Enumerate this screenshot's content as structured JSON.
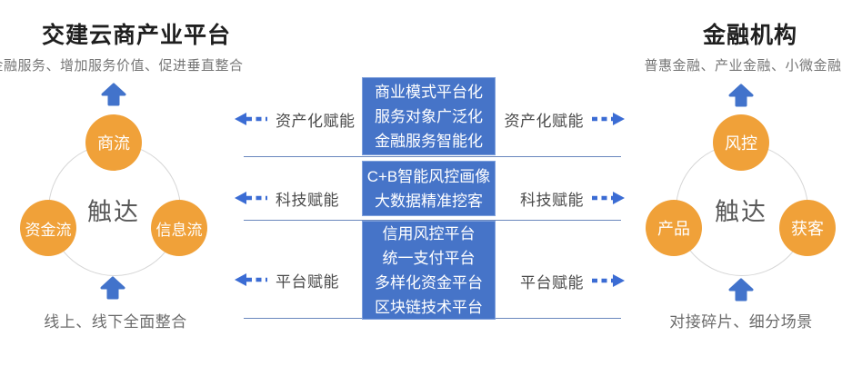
{
  "left_panel": {
    "title": "交建云商产业平台",
    "subtitle": "金融服务、增加服务价值、促进垂直整合",
    "hub": "触达",
    "node_top": "商流",
    "node_left": "资金流",
    "node_right": "信息流",
    "footer": "线上、线下全面整合"
  },
  "right_panel": {
    "title": "金融机构",
    "subtitle": "普惠金融、产业金融、小微金融",
    "hub": "触达",
    "node_top": "风控",
    "node_left": "产品",
    "node_right": "获客",
    "footer": "对接碎片、细分场景"
  },
  "center": {
    "rows": [
      {
        "left_label": "资产化赋能",
        "right_label": "资产化赋能",
        "lines": [
          "商业模式平台化",
          "服务对象广泛化",
          "金融服务智能化"
        ]
      },
      {
        "left_label": "科技赋能",
        "right_label": "科技赋能",
        "lines": [
          "C+B智能风控画像",
          "大数据精准挖客"
        ]
      },
      {
        "left_label": "平台赋能",
        "right_label": "平台赋能",
        "lines": [
          "信用风控平台",
          "统一支付平台",
          "多样化资金平台",
          "区块链技术平台"
        ]
      }
    ]
  },
  "colors": {
    "box_blue": "#4674c8",
    "node_orange": "#f0a139",
    "arrow_blue": "#3b6cd4",
    "line_blue": "#6987bd",
    "title_text": "#1f1f1f",
    "muted_text": "#767676"
  }
}
